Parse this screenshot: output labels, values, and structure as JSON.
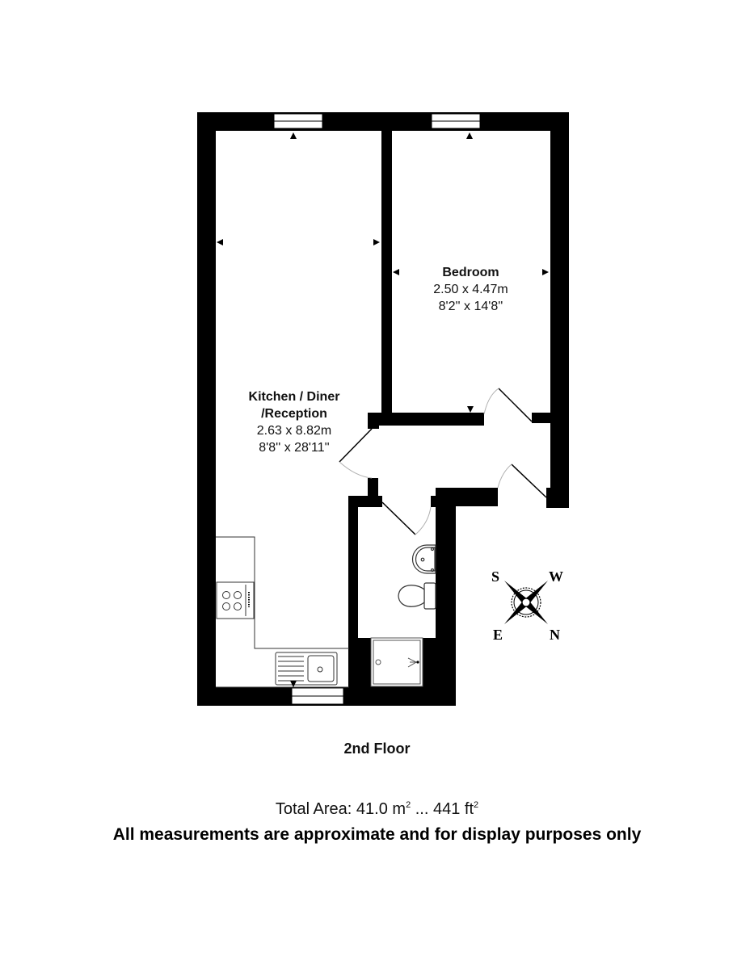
{
  "floor_plan": {
    "floor_name": "2nd Floor",
    "rooms": [
      {
        "name": "Bedroom",
        "metric": "2.50 x 4.47m",
        "imperial": "8'2'' x 14'8''"
      },
      {
        "name_line1": "Kitchen / Diner",
        "name_line2": "/Reception",
        "metric": "2.63 x 8.82m",
        "imperial": "8'8'' x 28'11''"
      }
    ],
    "unlabeled_rooms": [
      "hallway",
      "shower-room"
    ],
    "fixtures": [
      "hob",
      "sink-with-drainer",
      "wash-basin",
      "toilet",
      "shower-tray"
    ],
    "compass": {
      "top_left": "S",
      "top_right": "W",
      "bottom_left": "E",
      "bottom_right": "N"
    }
  },
  "footer": {
    "total_area_prefix": "Total Area: 41.0 m",
    "total_area_sq1": "2",
    "total_area_middle": " ... 441 ft",
    "total_area_sq2": "2",
    "disclaimer": "All measurements are approximate and for display purposes only"
  },
  "colors": {
    "wall": "#000000",
    "background": "#ffffff",
    "door_arc": "#b0b0b0",
    "fixture_line": "#333333"
  }
}
